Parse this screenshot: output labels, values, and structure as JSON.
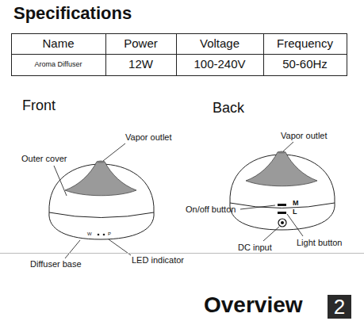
{
  "diagram": {
    "title": "Specifications",
    "nodes": [
      {
        "text": [
          "2"
        ]
      }
    ],
    "labels": [
      "Name",
      "Power",
      "Voltage",
      "Frequency",
      "Aroma Diffuser",
      "12W",
      "100-240V",
      "50-60Hz",
      "Front",
      "Back",
      "Vapor outlet",
      "Outer cover",
      "Diffuser base",
      "LED indicator",
      "Vapor outlet",
      "On/off button",
      "M",
      "L",
      "Light button",
      "DC input",
      "W",
      "P",
      "Overview"
    ]
  }
}
